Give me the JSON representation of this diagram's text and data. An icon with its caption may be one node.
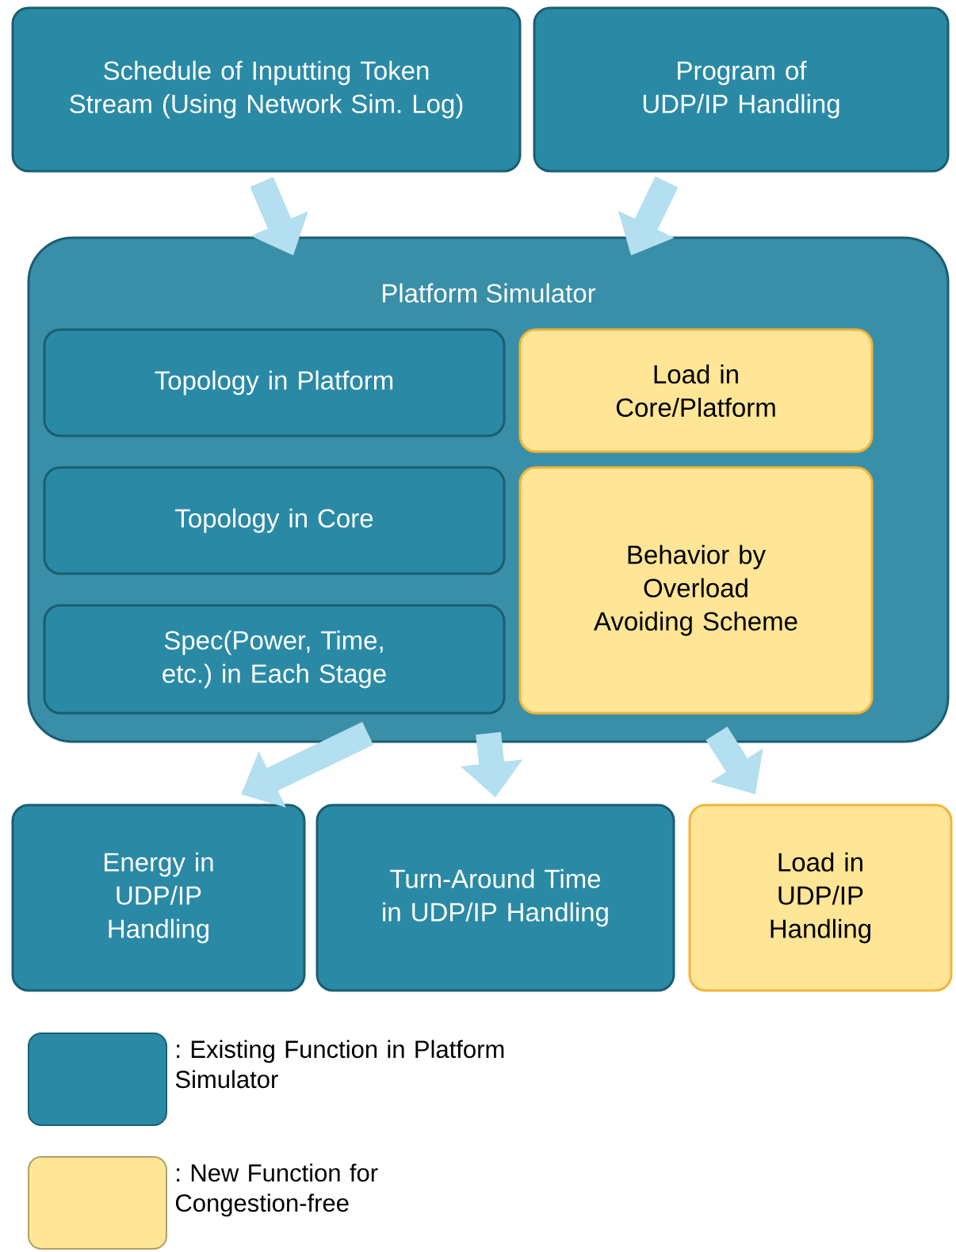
{
  "diagram": {
    "nodes": [
      {
        "text": [
          "Schedule of Inputting Token Stream (Using Network Sim. Log)"
        ]
      },
      {
        "text": [
          "Program of UDP/IP Handling"
        ]
      },
      {
        "text": [
          "Platform Simulator"
        ]
      },
      {
        "text": [
          "Topology in Platform"
        ],
        "in": 2
      },
      {
        "text": [
          "Load in Core/Platform"
        ],
        "in": 2
      },
      {
        "text": [
          "Topology in Core"
        ],
        "in": 2
      },
      {
        "text": [
          "Behavior by Overload Avoiding Scheme"
        ],
        "in": 2
      },
      {
        "text": [
          "Spec(Power, Time, etc.) in Each Stage"
        ],
        "in": 2
      },
      {
        "text": [
          "Energy in UDP/IP Handling"
        ]
      },
      {
        "text": [
          "Turn-Around Time in UDP/IP Handling"
        ]
      },
      {
        "text": [
          "Load in UDP/IP Handling"
        ]
      }
    ],
    "edges": [
      {
        "from": 0,
        "to": 2,
        "arrow": "to"
      },
      {
        "from": 1,
        "to": 2,
        "arrow": "to"
      },
      {
        "from": 2,
        "to": 8,
        "arrow": "to"
      },
      {
        "from": 2,
        "to": 9,
        "arrow": "to"
      },
      {
        "from": 2,
        "to": 10,
        "arrow": "to"
      }
    ],
    "legend": [
      {
        "text": ": Existing Function in Platform Simulator",
        "color": "#2a8aa6"
      },
      {
        "text": ": New Function for Congestion-free",
        "color": "#ffe596"
      }
    ]
  }
}
